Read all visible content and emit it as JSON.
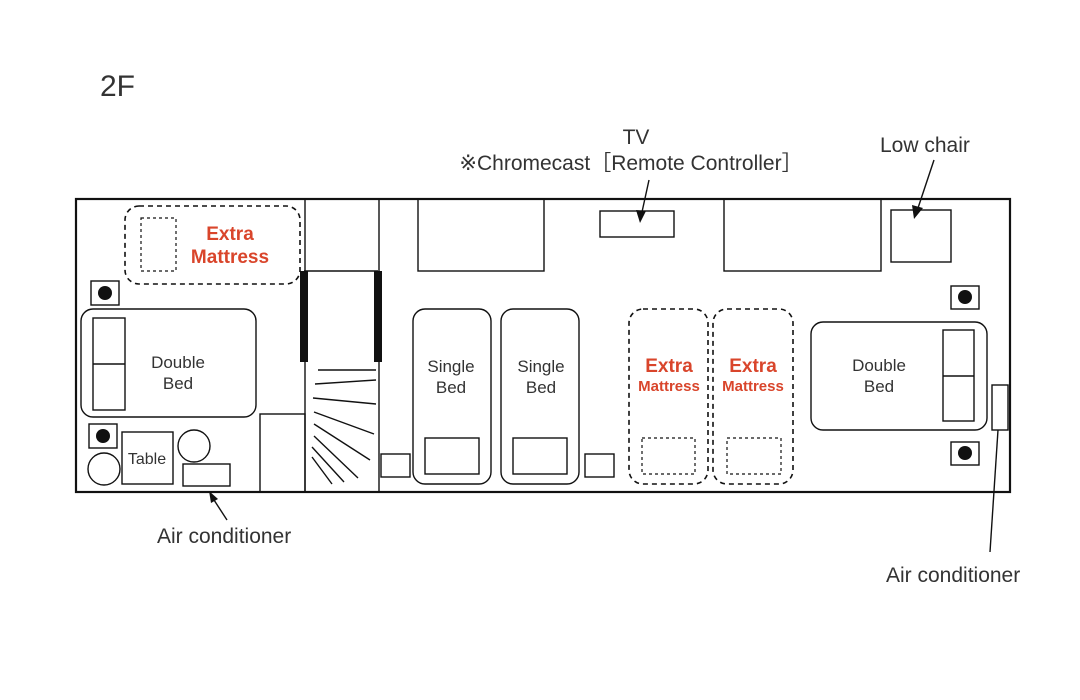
{
  "floor_label": "2F",
  "labels": {
    "tv": "TV",
    "chromecast": "※Chromecast［Remote Controller］",
    "low_chair": "Low chair",
    "air_conditioner_left": "Air conditioner",
    "air_conditioner_right": "Air conditioner",
    "table": "Table"
  },
  "beds": {
    "double_left": [
      "Double",
      "Bed"
    ],
    "single_1": [
      "Single",
      "Bed"
    ],
    "single_2": [
      "Single",
      "Bed"
    ],
    "double_right": [
      "Double",
      "Bed"
    ]
  },
  "extra_mattress": {
    "top_left": [
      "Extra",
      "Mattress"
    ],
    "middle_1": [
      "Extra",
      "Mattress"
    ],
    "middle_2": [
      "Extra",
      "Mattress"
    ]
  },
  "colors": {
    "extra_mattress_text": "#d9452b",
    "line": "#111111",
    "text": "#333333"
  }
}
